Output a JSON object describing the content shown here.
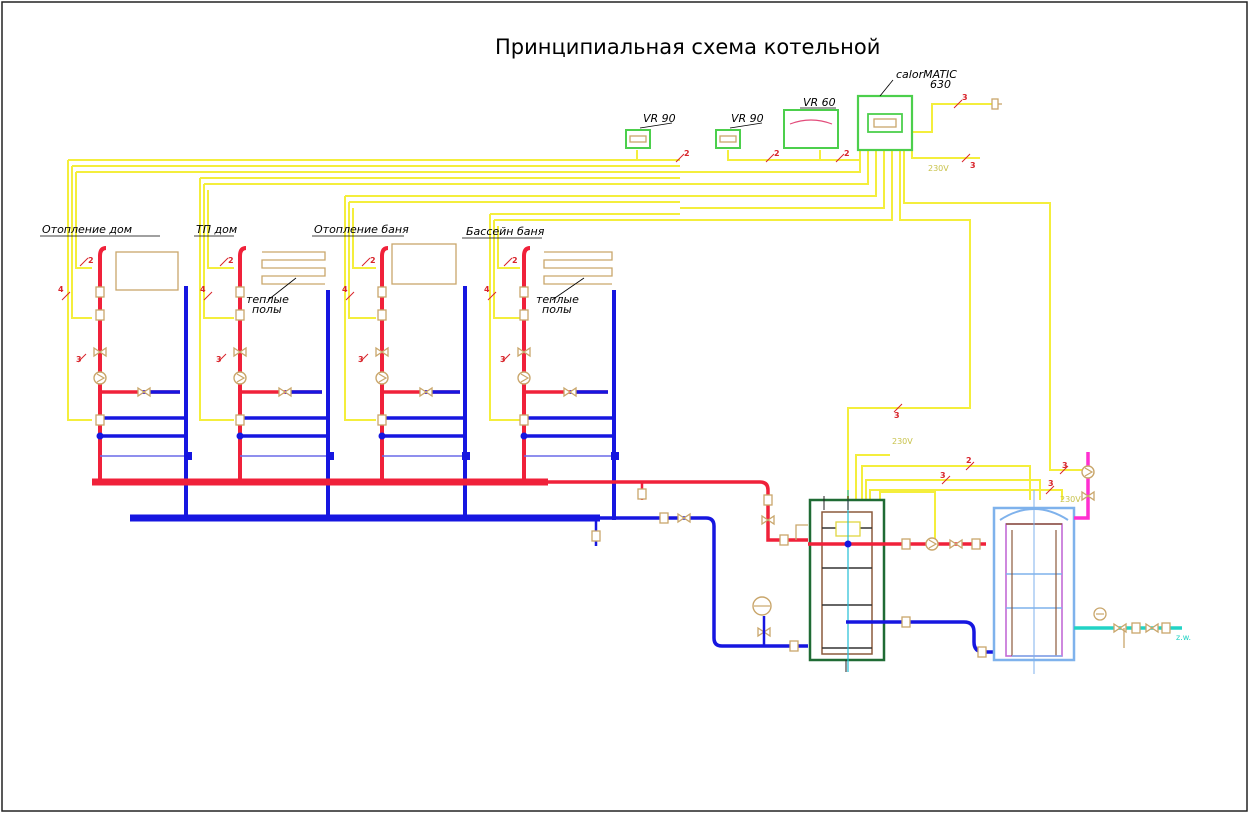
{
  "title": "Принципиальная схема котельной",
  "controller": {
    "name": "calorMATIC",
    "model": "630"
  },
  "modules": [
    {
      "label": "VR 90"
    },
    {
      "label": "VR 90"
    },
    {
      "label": "VR 60"
    }
  ],
  "circuits": [
    {
      "label": "Отопление дом",
      "emitter": "radiator"
    },
    {
      "label": "ТП дом",
      "emitter": "floor",
      "floor_label_1": "теплые",
      "floor_label_2": "полы"
    },
    {
      "label": "Отопление баня",
      "emitter": "radiator"
    },
    {
      "label": "Бассейн баня",
      "emitter": "floor",
      "floor_label_1": "теплые",
      "floor_label_2": "полы"
    }
  ],
  "cable_counts": {
    "two": "2",
    "three": "3",
    "four": "4"
  },
  "voltage": "230V",
  "water_outlet": "z.w.",
  "colors": {
    "supply": "#f0213a",
    "return": "#1616e0",
    "control": "#f4ee3c",
    "module": "#4ccf4c",
    "fitting": "#c9a66b",
    "tank_boiler": "#1f6b34",
    "tank_water": "#7fb2ec",
    "cold_water": "#22d3c5",
    "circulation": "#ff2fd0"
  }
}
